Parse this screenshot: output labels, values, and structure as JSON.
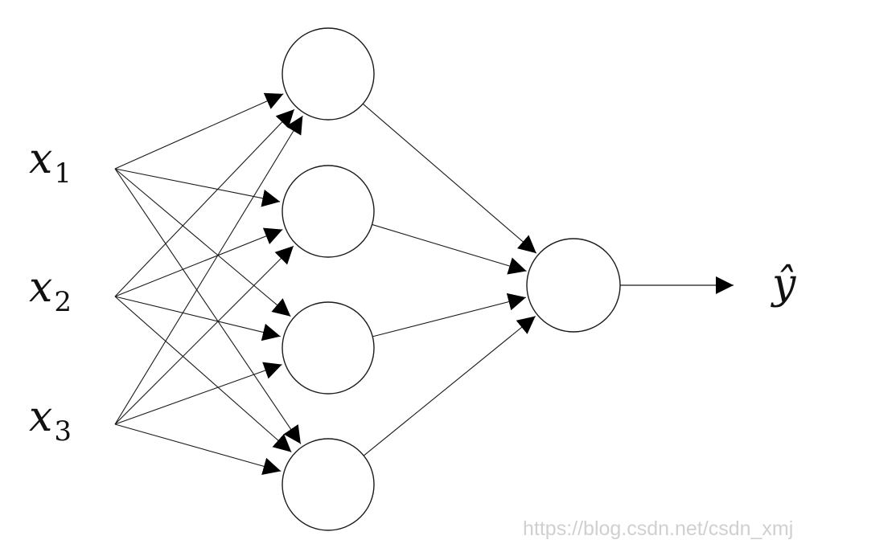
{
  "inputs": [
    {
      "base": "x",
      "sub": "1"
    },
    {
      "base": "x",
      "sub": "2"
    },
    {
      "base": "x",
      "sub": "3"
    }
  ],
  "output": {
    "label": "ŷ"
  },
  "watermark": "https://blog.csdn.net/csdn_xmj",
  "colors": {
    "stroke": "#1a1a1a",
    "arrow": "#000000",
    "node_fill": "#ffffff",
    "watermark": "#d0d0d0"
  }
}
